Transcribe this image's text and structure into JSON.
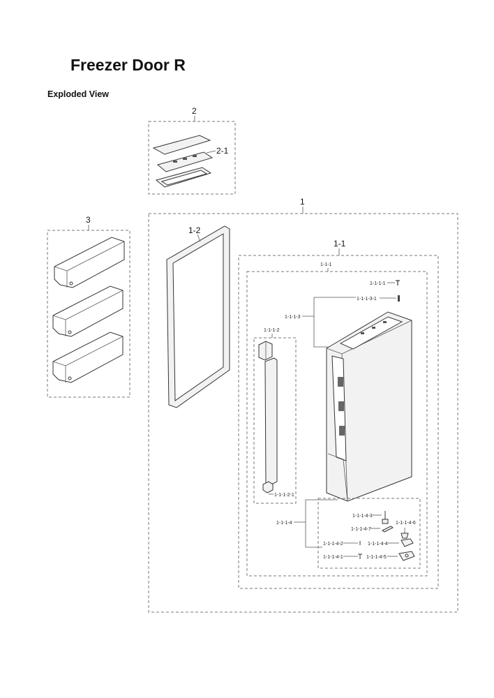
{
  "title": "Freezer Door R",
  "subtitle": "Exploded View",
  "labels": {
    "l1": "1",
    "l1_1": "1-1",
    "l1_1_1": "1-1-1",
    "l1_1_1_1": "1-1-1-1",
    "l1_1_1_2": "1-1-1-2",
    "l1_1_1_2_1": "1-1-1-2-1",
    "l1_1_1_3": "1-1-1-3",
    "l1_1_1_3_1": "1-1-1-3-1",
    "l1_1_1_4": "1-1-1-4",
    "l1_1_1_4_1": "1-1-1-4-1",
    "l1_1_1_4_2": "1-1-1-4-2",
    "l1_1_1_4_3": "1-1-1-4-3",
    "l1_1_1_4_4": "1-1-1-4-4",
    "l1_1_1_4_5": "1-1-1-4-5",
    "l1_1_1_4_6": "1-1-1-4-6",
    "l1_1_1_4_7": "1-1-1-4-7",
    "l1_2": "1-2",
    "l2": "2",
    "l2_1": "2-1",
    "l3": "3"
  }
}
